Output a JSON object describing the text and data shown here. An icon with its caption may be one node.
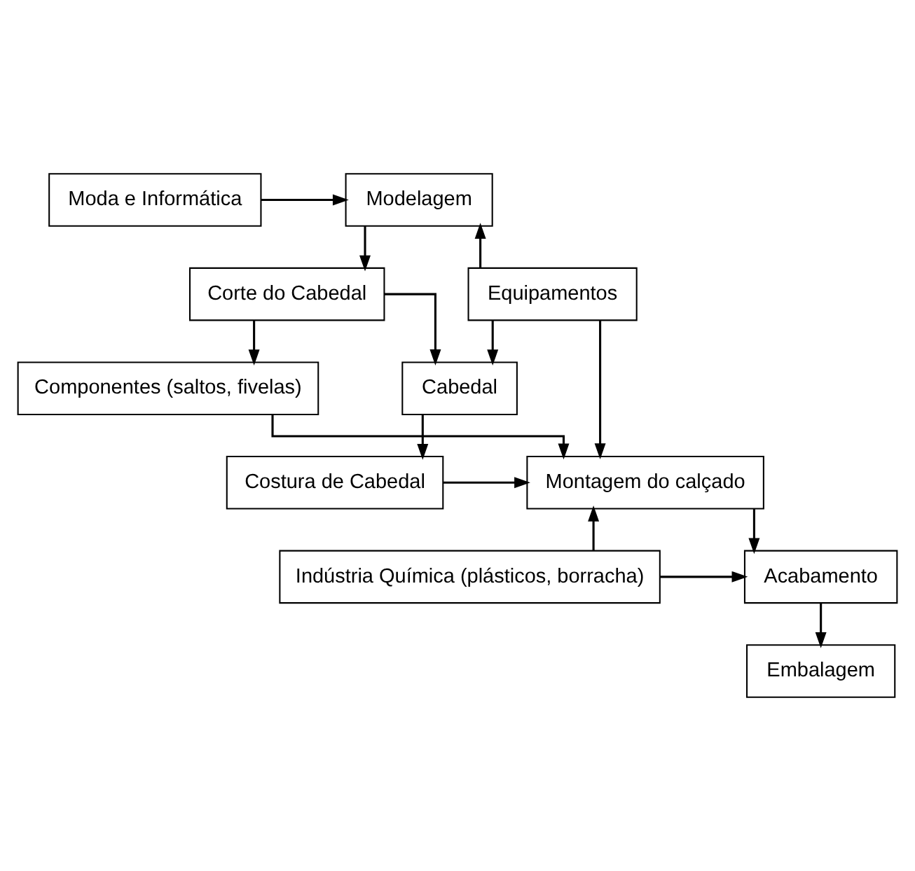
{
  "diagram": {
    "nodes": [
      {
        "text": [
          "Modelagem"
        ]
      },
      {
        "text": [
          "Moda e Informática"
        ]
      },
      {
        "text": [
          "Equipamentos"
        ]
      },
      {
        "text": [
          "Corte do Cabedal"
        ]
      },
      {
        "text": [
          "Cabedal"
        ]
      },
      {
        "text": [
          "Componentes (saltos, fivelas)"
        ]
      },
      {
        "text": [
          "Costura de Cabedal"
        ]
      },
      {
        "text": [
          "Montagem do calçado"
        ]
      },
      {
        "text": [
          "Acabamento"
        ]
      },
      {
        "text": [
          "Indústria Química (plásticos, borracha)"
        ]
      },
      {
        "text": [
          "Embalagem"
        ]
      }
    ],
    "edges": [
      {
        "from": 1,
        "to": 0,
        "arrow": "to"
      },
      {
        "from": 0,
        "to": 3,
        "arrow": "to"
      },
      {
        "from": 2,
        "to": 0,
        "arrow": "to"
      },
      {
        "from": 2,
        "to": 4,
        "arrow": "to"
      },
      {
        "from": 2,
        "to": 7,
        "arrow": "to"
      },
      {
        "from": 3,
        "to": 5,
        "arrow": "to"
      },
      {
        "from": 3,
        "to": 4,
        "arrow": "to"
      },
      {
        "from": 4,
        "to": 6,
        "arrow": "to"
      },
      {
        "from": 5,
        "to": 7,
        "arrow": "to"
      },
      {
        "from": 6,
        "to": 7,
        "arrow": "to"
      },
      {
        "from": 7,
        "to": 8,
        "arrow": "to"
      },
      {
        "from": 9,
        "to": 8,
        "arrow": "to"
      },
      {
        "from": 9,
        "to": 7,
        "arrow": "to"
      },
      {
        "from": 8,
        "to": 10,
        "arrow": "to"
      }
    ]
  }
}
